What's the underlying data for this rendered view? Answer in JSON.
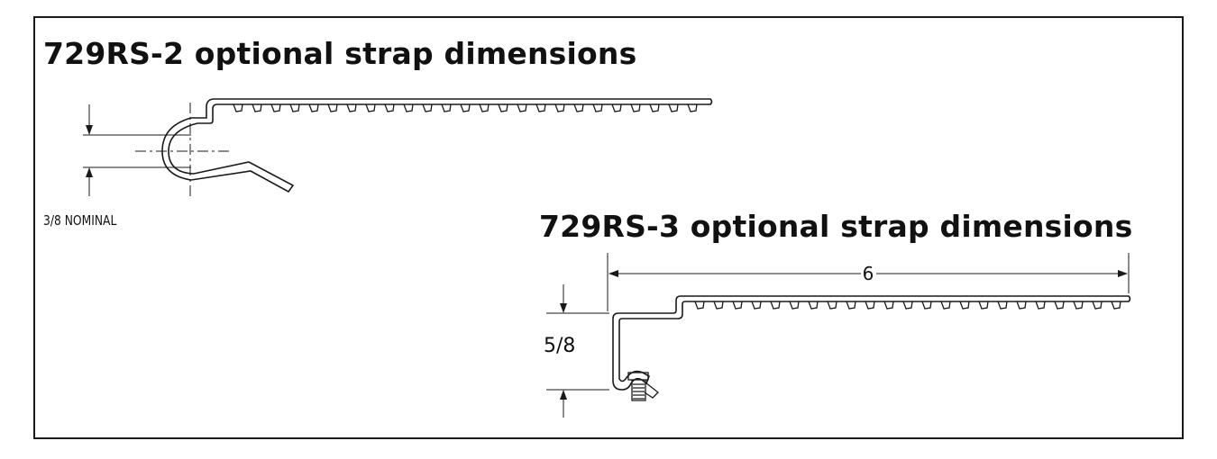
{
  "diagram_rs2": {
    "title": "729RS-2 optional strap dimensions",
    "dimension_label": "3/8 NOMINAL"
  },
  "diagram_rs3": {
    "title": "729RS-3 optional strap dimensions",
    "length_label": "6",
    "height_label": "5/8"
  },
  "colors": {
    "line": "#1a1a1a",
    "background": "#ffffff"
  }
}
